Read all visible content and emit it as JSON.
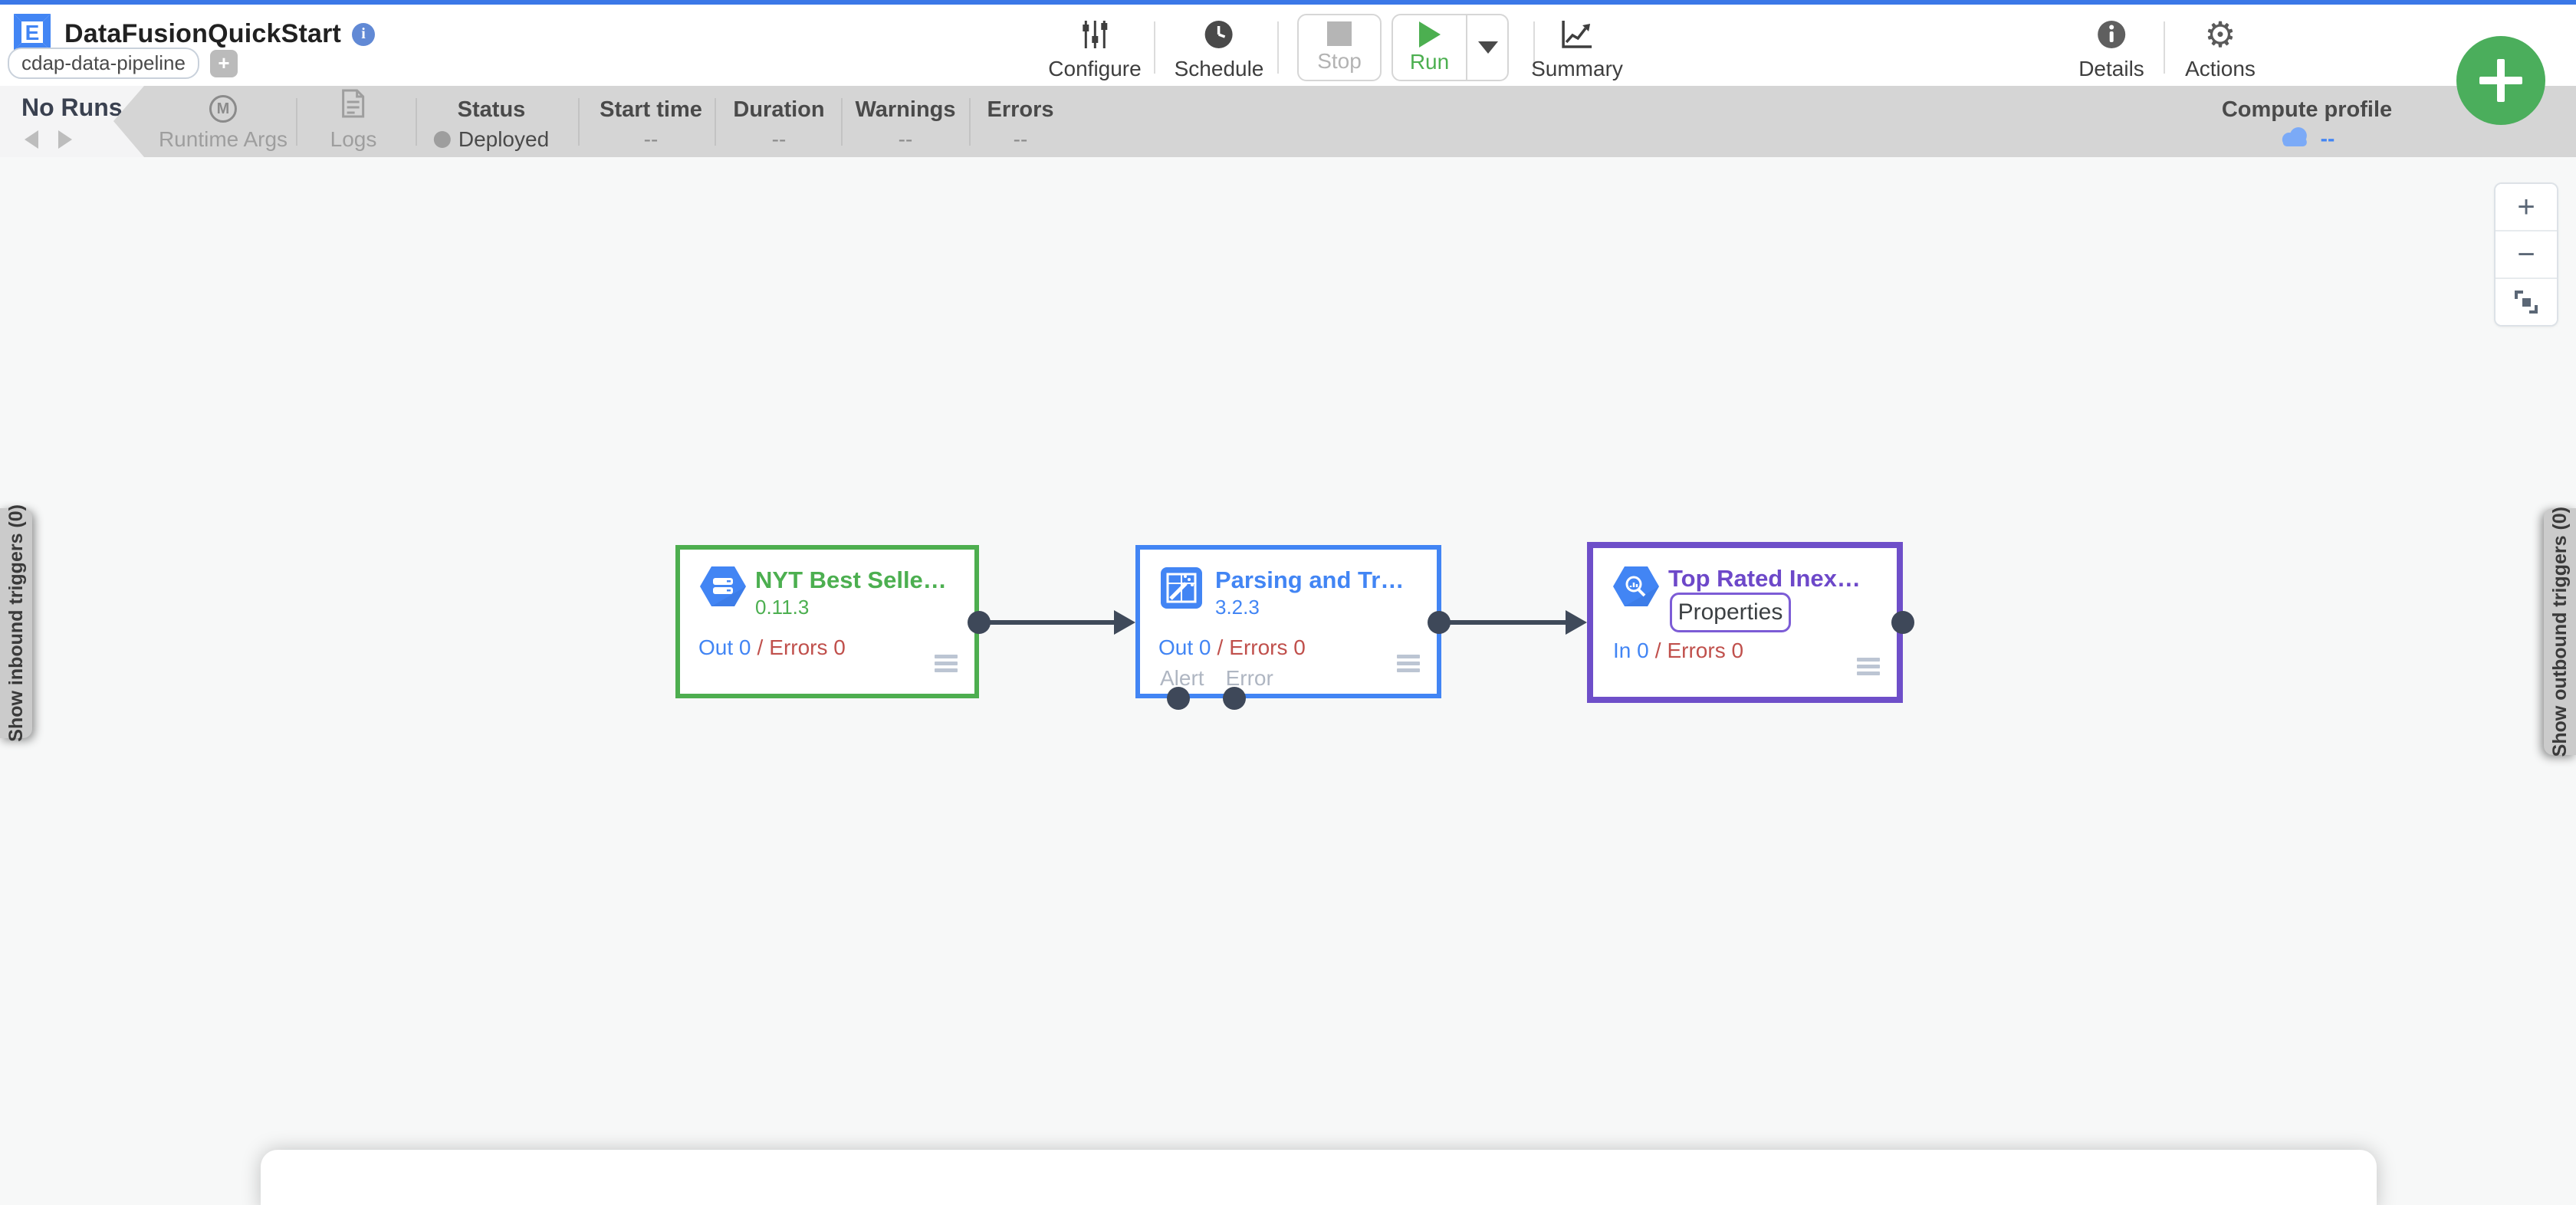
{
  "app": {
    "title": "DataFusionQuickStart",
    "artifact_tag": "cdap-data-pipeline",
    "add_tag": "+"
  },
  "toolbar": {
    "configure": "Configure",
    "schedule": "Schedule",
    "stop": "Stop",
    "run": "Run",
    "summary": "Summary",
    "details": "Details",
    "actions": "Actions"
  },
  "runs_bar": {
    "no_runs": "No Runs",
    "runtime_args": "Runtime Args",
    "logs": "Logs",
    "status_label": "Status",
    "status_value": "Deployed",
    "start_time_label": "Start time",
    "start_time_value": "--",
    "duration_label": "Duration",
    "duration_value": "--",
    "warnings_label": "Warnings",
    "warnings_value": "--",
    "errors_label": "Errors",
    "errors_value": "--",
    "compute_profile_label": "Compute profile",
    "compute_profile_value": "--"
  },
  "canvas": {
    "inbound_tab": "Show inbound triggers (0)",
    "outbound_tab": "Show outbound triggers (0)",
    "zoom_in": "+",
    "zoom_out": "−",
    "nodes": [
      {
        "title": "NYT Best Selle…",
        "version": "0.11.3",
        "metric": "Out 0",
        "separator": "/",
        "errors": "Errors 0"
      },
      {
        "title": "Parsing and Tr…",
        "version": "3.2.3",
        "metric": "Out 0",
        "separator": "/",
        "errors": "Errors 0",
        "alert": "Alert",
        "error": "Error"
      },
      {
        "title": "Top Rated Inex…",
        "properties": "Properties",
        "metric": "In 0",
        "separator": "/",
        "errors": "Errors 0"
      }
    ]
  },
  "icons": {
    "logo": "pipeline-studio-logo",
    "info": "info-icon",
    "configure": "sliders-icon",
    "schedule": "clock-icon",
    "run": "play-icon",
    "summary": "chart-icon",
    "details": "info-circle-icon",
    "actions": "gear-icon",
    "runtime_args": "circled-m-icon",
    "logs": "document-icon",
    "compute_profile": "cloud-icon",
    "node_menu": "hamburger-icon",
    "source": "gcs-hexagon-icon",
    "transform": "wrangler-icon",
    "sink": "bigquery-hexagon-icon"
  },
  "colors": {
    "top_border": "#3B78E7",
    "accent_blue": "#4285F4",
    "run_green": "#4CAF50",
    "fab_green": "#4BAE5C",
    "node_green": "#4DAE4F",
    "node_purple": "#6E4FC9",
    "error_red": "#C0504C",
    "port_slate": "#3E4859",
    "bar_gray": "#D5D5D5"
  }
}
